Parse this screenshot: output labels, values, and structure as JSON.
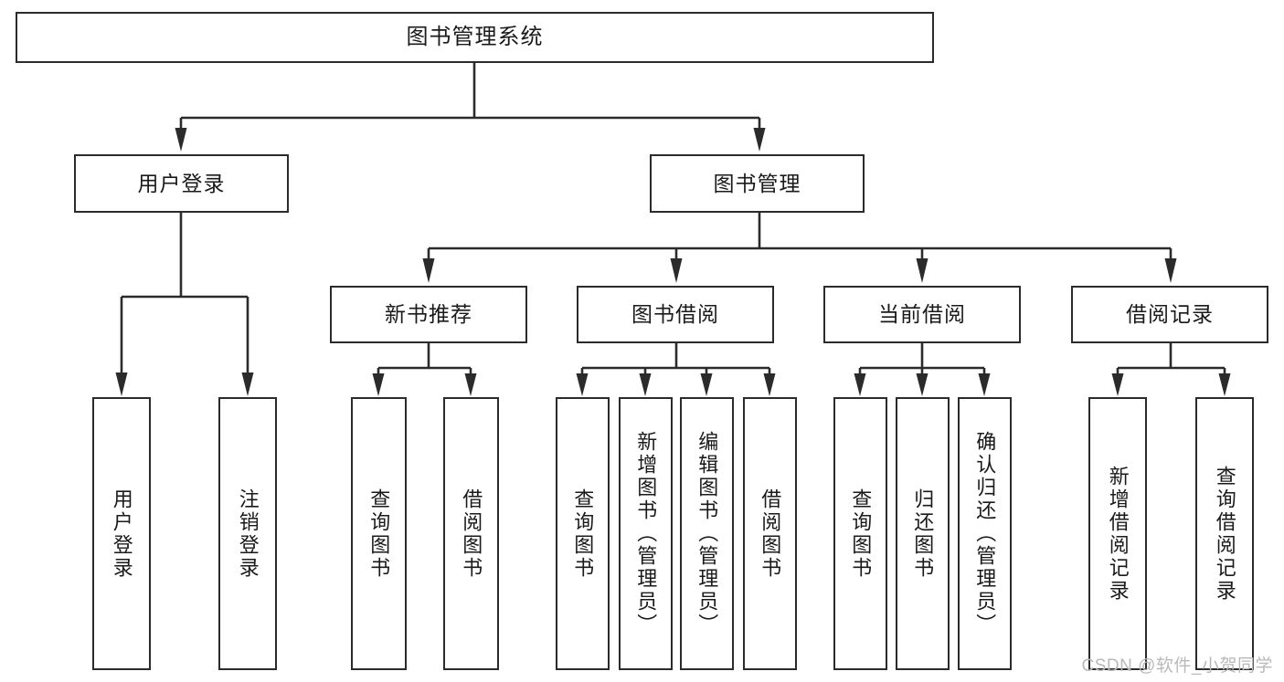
{
  "diagram": {
    "title": "图书管理系统",
    "type": "tree-hierarchy-chart",
    "root": {
      "label": "图书管理系统"
    },
    "level2": [
      {
        "label": "用户登录"
      },
      {
        "label": "图书管理"
      }
    ],
    "level3": [
      {
        "label": "新书推荐"
      },
      {
        "label": "图书借阅"
      },
      {
        "label": "当前借阅"
      },
      {
        "label": "借阅记录"
      }
    ],
    "leaves": [
      {
        "label": "用户登录"
      },
      {
        "label": "注销登录"
      },
      {
        "label": "查询图书"
      },
      {
        "label": "借阅图书"
      },
      {
        "label": "查询图书"
      },
      {
        "label": "新增图书（管理员）"
      },
      {
        "label": "编辑图书（管理员）"
      },
      {
        "label": "借阅图书"
      },
      {
        "label": "查询图书"
      },
      {
        "label": "归还图书"
      },
      {
        "label": "确认归还（管理员）"
      },
      {
        "label": "新增借阅记录"
      },
      {
        "label": "查询借阅记录"
      }
    ]
  },
  "watermark": {
    "text": "CSDN @软件_小贺同学"
  },
  "colors": {
    "stroke": "#2b2b2b",
    "text": "#1a1a1a",
    "background": "#ffffff",
    "watermark": "#b9b9b9"
  }
}
